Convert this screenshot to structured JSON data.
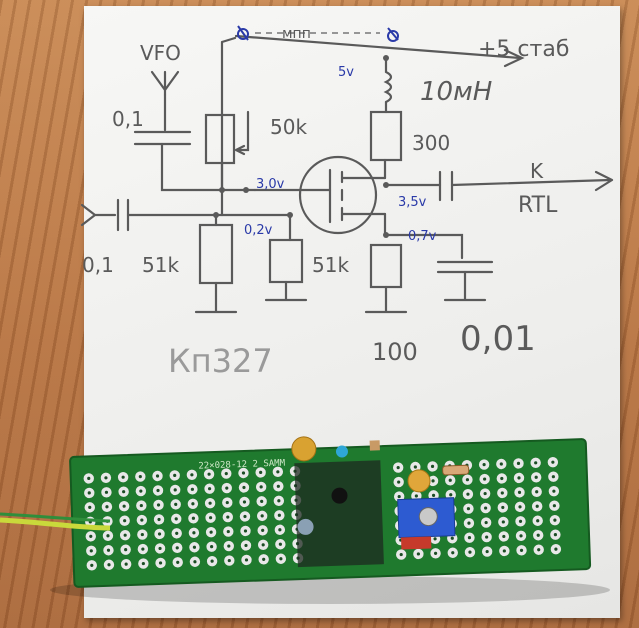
{
  "schematic": {
    "vfo_label": "VFO",
    "supply_label": "+5 стаб",
    "inductor_label": "10мН",
    "resistor_300": "300",
    "resistor_50k": "50k",
    "cap_vfo": "0,1",
    "cap_input": "0,1",
    "resistor_51k_left": "51k",
    "resistor_51k_gate": "51k",
    "resistor_100": "100",
    "cap_001": "0,01",
    "output_k": "K",
    "output_rtl": "RTL",
    "transistor_type": "Кп327",
    "top_note": "мпп"
  },
  "voltages": {
    "v5": "5v",
    "v30": "3,0v",
    "v35": "3,5v",
    "v02": "0,2v",
    "v07": "0,7v"
  },
  "board": {
    "silkscreen": "22×028-12 2 SAMM",
    "pcb_color": "#1f7a2e",
    "pad_color": "#e8e8e8"
  },
  "colors": {
    "pencil": "#555555",
    "voltage_ink": "#2a3aa8"
  }
}
